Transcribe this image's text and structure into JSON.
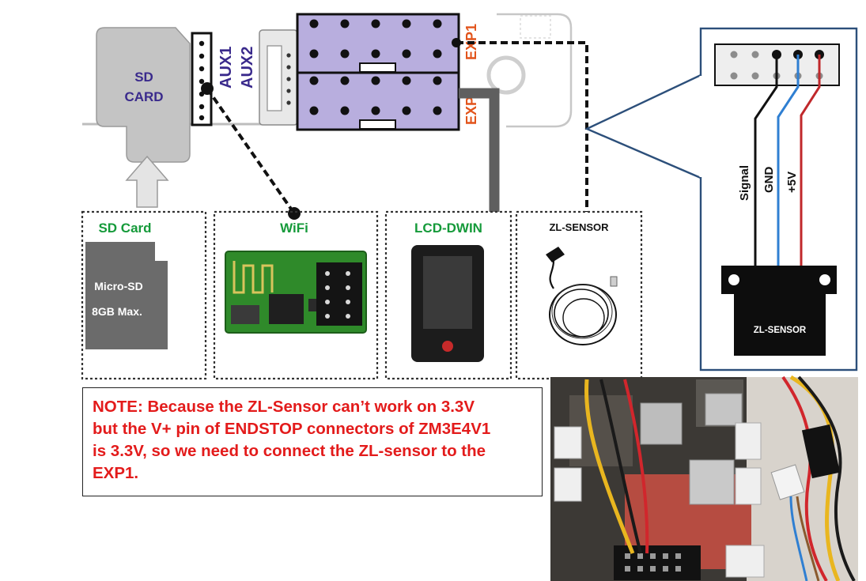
{
  "board": {
    "aux1_label": "AUX1",
    "aux2_label": "AUX2",
    "exp1_label": "EXP1",
    "exp2_label": "EXP2"
  },
  "sd_card": {
    "card_label_line1": "SD",
    "card_label_line2": "CARD"
  },
  "modules": [
    {
      "title": "SD Card",
      "line1": "Micro-SD",
      "line2": "8GB Max."
    },
    {
      "title": "WiFi"
    },
    {
      "title": "LCD-DWIN"
    },
    {
      "title": "ZL-SENSOR"
    }
  ],
  "pinout": {
    "wires": [
      {
        "label": "Signal",
        "color": "#111111"
      },
      {
        "label": "GND",
        "color": "#2f7fd2"
      },
      {
        "label": "+5V",
        "color": "#c0282b"
      }
    ],
    "sensor_label": "ZL-SENSOR"
  },
  "note": {
    "lines": [
      "NOTE: Because the ZL-Sensor can’t work on 3.3V",
      "but the V+ pin of ENDSTOP connectors of ZM3E4V1",
      "is 3.3V, so we need to connect the ZL-sensor to the",
      "EXP1."
    ]
  },
  "colors": {
    "title_green": "#159a3a",
    "board_purple": "#3a2a8c",
    "exp_orange": "#e2541b",
    "header_lilac": "#b8aede",
    "note_red": "#e31b1b",
    "callout_blue": "#2c4f7a"
  }
}
